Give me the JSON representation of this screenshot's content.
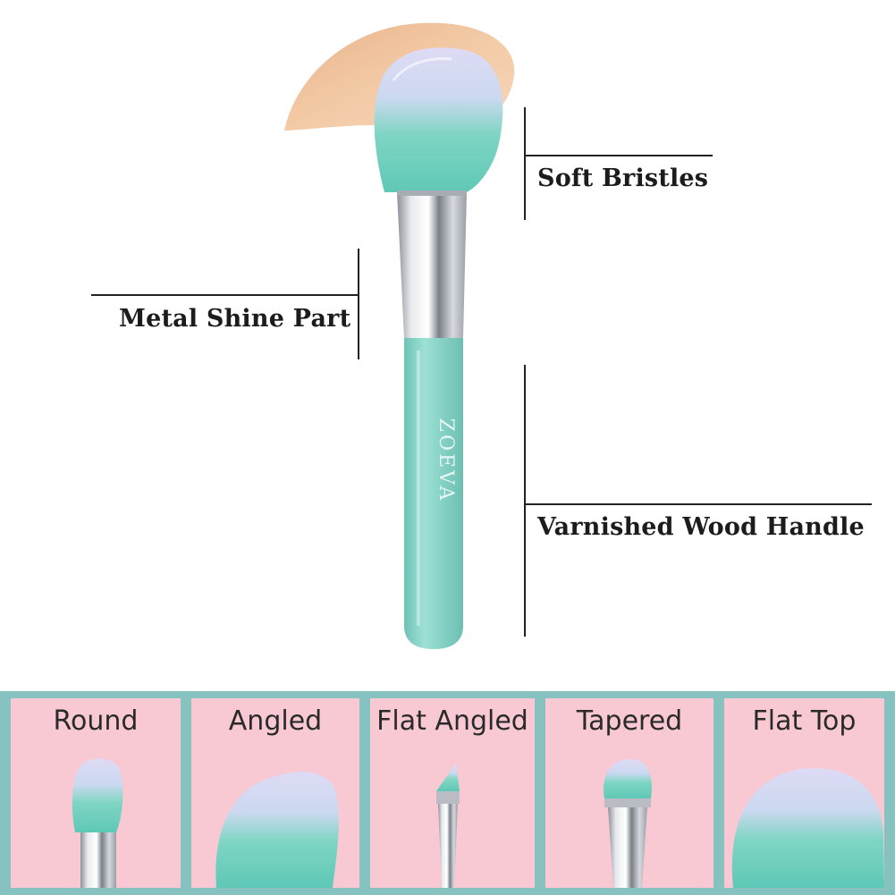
{
  "hero": {
    "callouts": [
      {
        "id": "soft-bristles",
        "label": "Soft Bristles"
      },
      {
        "id": "metal-shine-part",
        "label": "Metal Shine Part"
      },
      {
        "id": "varnished-wood-handle",
        "label": "Varnished Wood Handle"
      }
    ],
    "handle_brand": "ZOEVA"
  },
  "shapes": {
    "title_round": "Round",
    "title_angled": "Angled",
    "title_flat_angled": "Flat Angled",
    "title_tapered": "Tapered",
    "title_flat_top": "Flat Top"
  },
  "colors": {
    "handle": "#8fd3c8",
    "bristle_tip": "#d9d6f2",
    "bristle_base": "#79d0c1",
    "ferrule": "#c9ccd3",
    "swatch": "#f2c29e",
    "panel_bg": "#f8c9d3",
    "strip_bg": "#86c2c0"
  }
}
